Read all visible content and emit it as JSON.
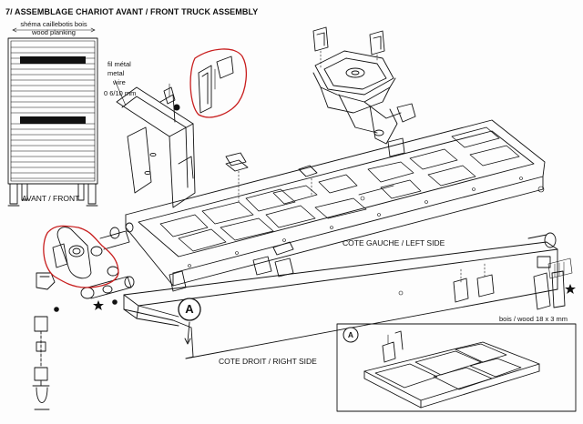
{
  "title": "7/ ASSEMBLAGE CHARIOT AVANT / FRONT TRUCK ASSEMBLY",
  "labels": {
    "plank_fr": "shéma caillebotis bois",
    "plank_en": "wood planking",
    "wire_fr1": "fil métal",
    "wire_en1": "metal",
    "wire_en2": "wire",
    "wire_size": "0 6/10 mm",
    "front": "AVANT / FRONT",
    "left_side": "COTE GAUCHE / LEFT SIDE",
    "right_side": "COTE DROIT / RIGHT SIDE",
    "wood_size": "bois / wood 18 x 3 mm",
    "detail_a": "A",
    "detail_a_inset": "A"
  },
  "colors": {
    "ink": "#111111",
    "highlight": "#c81e1e",
    "paper": "#fdfdfd"
  }
}
